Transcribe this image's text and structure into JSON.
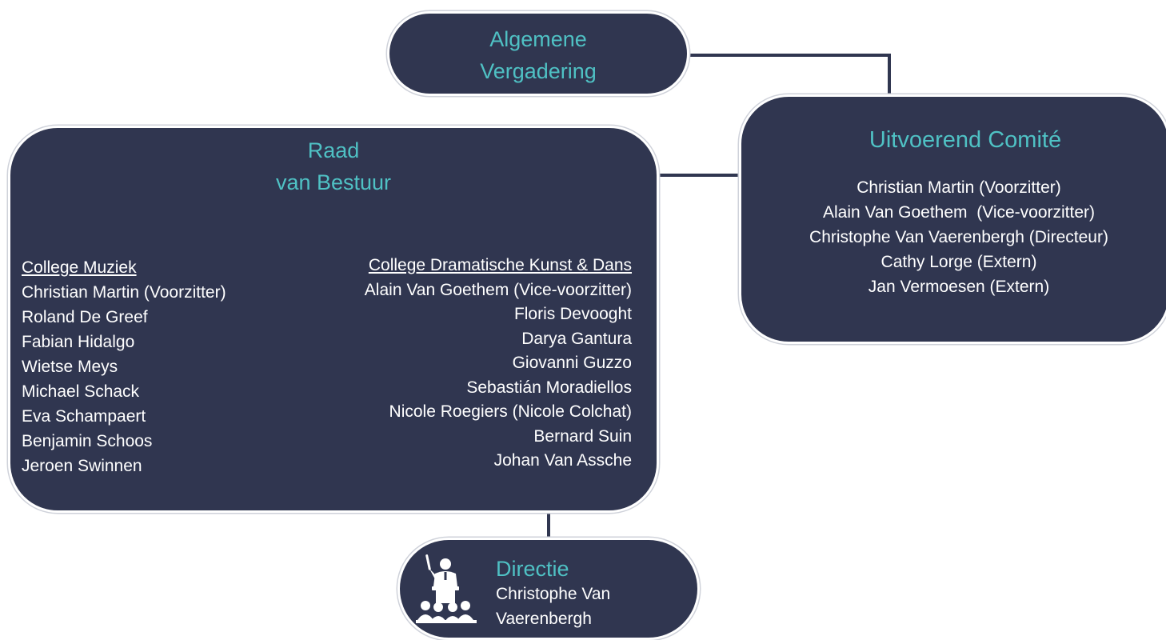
{
  "algemene_vergadering": {
    "title_line1": "Algemene",
    "title_line2": "Vergadering"
  },
  "raad_van_bestuur": {
    "title_line1": "Raad",
    "title_line2": "van Bestuur",
    "college_muziek": {
      "heading": "College Muziek",
      "members": [
        "Christian Martin (Voorzitter)",
        "Roland De Greef",
        "Fabian Hidalgo",
        "Wietse Meys",
        "Michael Schack",
        "Eva Schampaert",
        "Benjamin Schoos",
        "Jeroen Swinnen"
      ]
    },
    "college_dramatische_kunst": {
      "heading": "College Dramatische Kunst & Dans",
      "members": [
        "Alain Van Goethem (Vice-voorzitter)",
        "Floris Devooght",
        "Darya Gantura",
        "Giovanni Guzzo",
        "Sebastián Moradiellos",
        "Nicole Roegiers (Nicole Colchat)",
        "Bernard Suin",
        "Johan Van Assche"
      ]
    }
  },
  "uitvoerend_comite": {
    "title": "Uitvoerend Comité",
    "members": [
      "Christian Martin (Voorzitter)",
      "Alain Van Goethem  (Vice-voorzitter)",
      "Christophe Van Vaerenbergh (Directeur)",
      "Cathy Lorge (Extern)",
      "Jan Vermoesen (Extern)"
    ]
  },
  "directie": {
    "title": "Directie",
    "name_line1": "Christophe Van",
    "name_line2": "Vaerenbergh",
    "icon": "speaker-podium-icon"
  },
  "colors": {
    "box": "#303650",
    "accent": "#4fc1c4",
    "text": "#ffffff",
    "connector": "#303650"
  }
}
